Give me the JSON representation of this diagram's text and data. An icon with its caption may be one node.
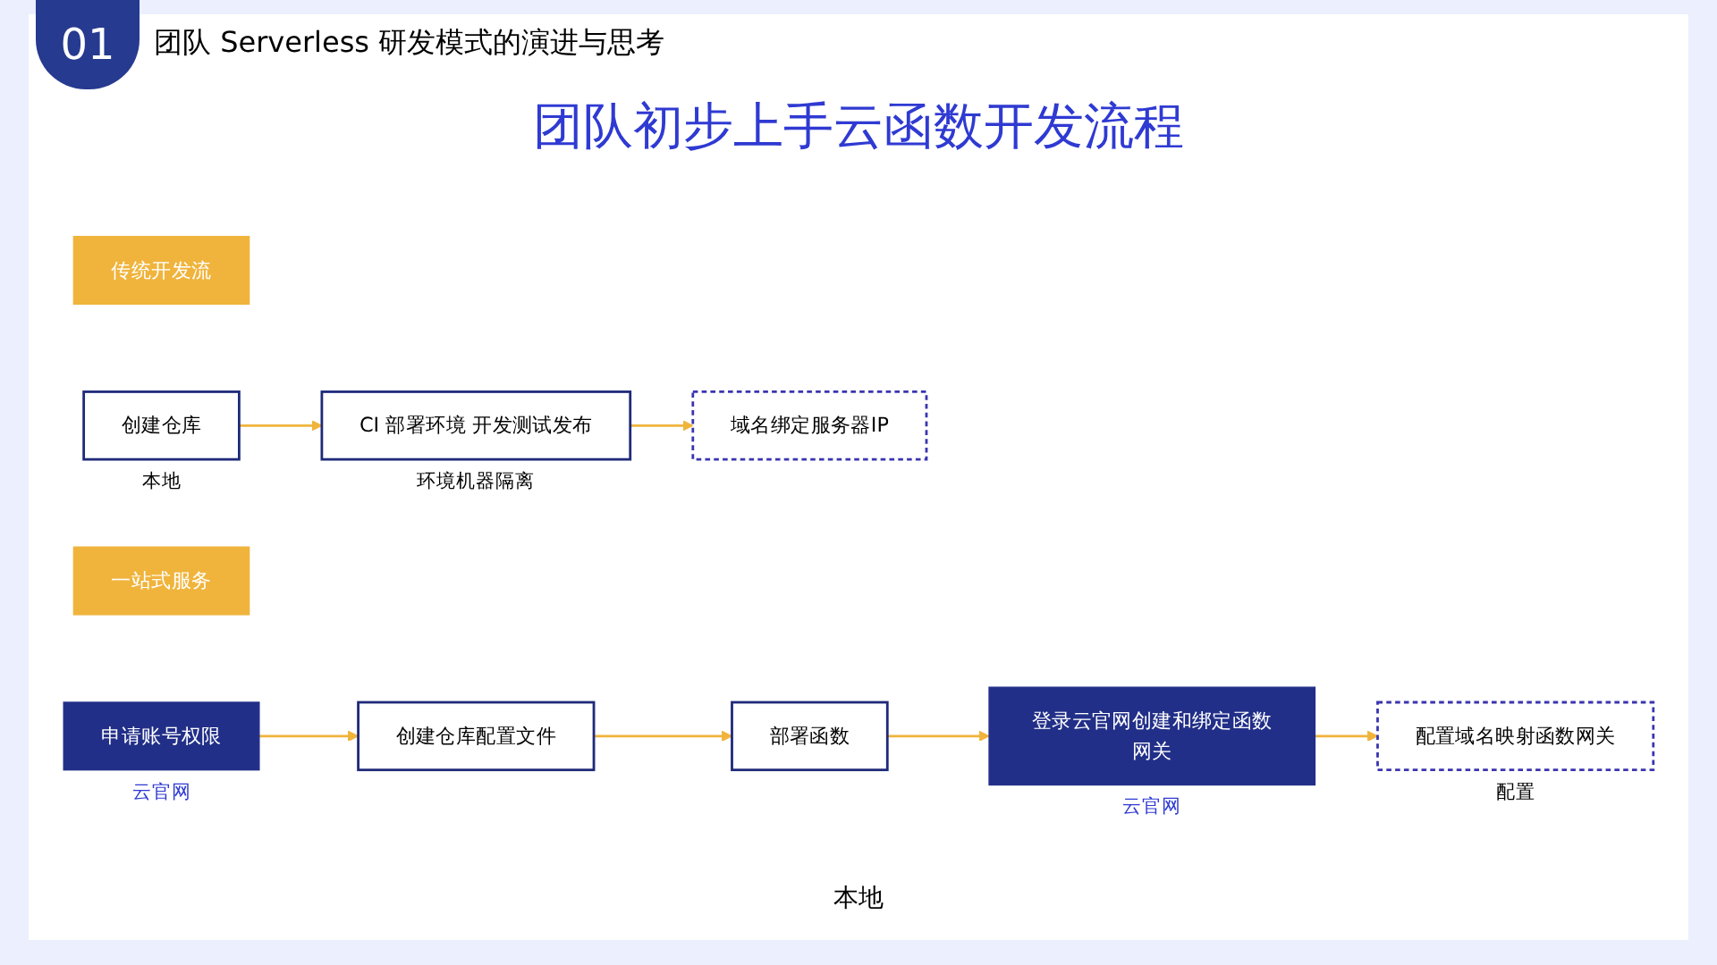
{
  "diagram": {
    "title": "团队初步上手云函数开发流程",
    "nodes": [
      {
        "text": [
          "传统开发流"
        ]
      },
      {
        "text": [
          "创建仓库"
        ],
        "beside": [
          "本地"
        ]
      },
      {
        "text": [
          "CI 部署环境 开发测试发布"
        ],
        "beside": [
          "环境机器隔离"
        ]
      },
      {
        "text": [
          "域名绑定服务器IP"
        ]
      },
      {
        "text": [
          "一站式服务"
        ]
      },
      {
        "text": [
          "申请账号权限"
        ],
        "beside": [
          "云官网"
        ]
      },
      {
        "text": [
          "创建仓库配置文件"
        ]
      },
      {
        "text": [
          "部署函数"
        ]
      },
      {
        "text": [
          "登录云官网创建和绑定函数网关"
        ],
        "beside": [
          "云官网"
        ]
      },
      {
        "text": [
          "配置域名映射函数网关"
        ],
        "beside": [
          "配置"
        ]
      }
    ],
    "edges": [
      {
        "from": 1,
        "to": 2,
        "arrow": "to"
      },
      {
        "from": 2,
        "to": 3,
        "arrow": "to"
      },
      {
        "from": 5,
        "to": 6,
        "arrow": "to"
      },
      {
        "from": 6,
        "to": 7,
        "arrow": "to"
      },
      {
        "from": 7,
        "to": 8,
        "arrow": "to"
      },
      {
        "from": 8,
        "to": 9,
        "arrow": "to"
      }
    ],
    "labels": [
      "01",
      "团队 Serverless 研发模式的演进与思考",
      "本地"
    ]
  }
}
